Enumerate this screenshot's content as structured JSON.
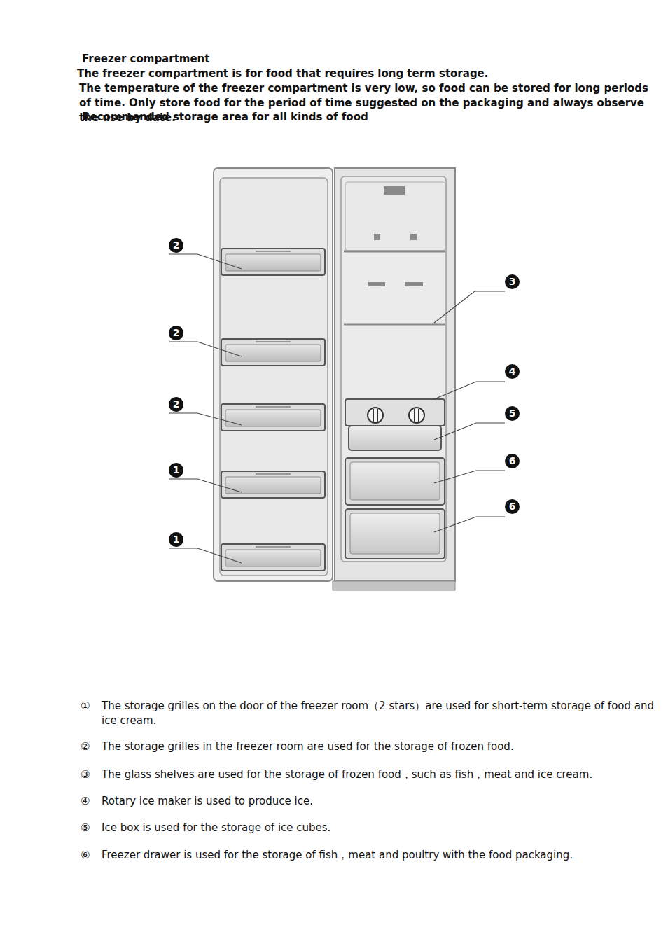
{
  "diagram": {
    "title": "Freezer compartment",
    "labels": [
      "The freezer compartment is for food that requires long term storage.",
      "The temperature of the freezer compartment is very low, so food can be stored for long periods of time. Only store food for the period of time suggested on the packaging and always observe the use by date.",
      "Recommended storage area for all kinds of food",
      "2",
      "3",
      "2",
      "4",
      "2",
      "5",
      "6",
      "1",
      "6",
      "1",
      "①",
      "The storage grilles on the door of the freezer room（2 stars）are used for short-term storage of food and ice cream.",
      "②",
      "The storage grilles in the freezer room are used for the storage of frozen food.",
      "③",
      "The glass shelves are used for the storage of frozen food，such as fish，meat and ice cream.",
      "④",
      "Rotary ice maker is used to produce ice.",
      "⑤",
      "Ice box is used for the storage of ice cubes.",
      "⑥",
      "Freezer drawer is used for the storage of fish，meat and poultry with the food packaging."
    ]
  }
}
